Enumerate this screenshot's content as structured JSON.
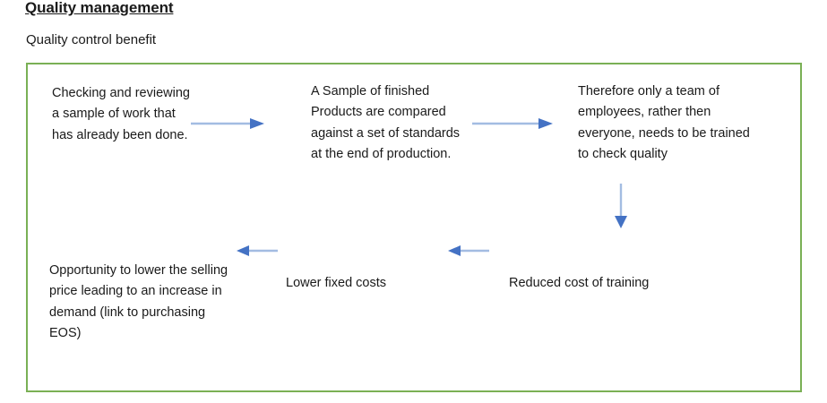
{
  "page": {
    "title": "Quality management",
    "subtitle": "Quality control benefit"
  },
  "colors": {
    "box_border": "#7AB055",
    "arrow_shaft": "#A3BCE2",
    "arrow_head": "#4472C4",
    "text": "#1a1a1a",
    "background": "#ffffff"
  },
  "diagram": {
    "nodes": [
      {
        "id": "checking-reviewing",
        "text": "Checking and reviewing a sample of work that has already been done.",
        "row": "top",
        "order": 1
      },
      {
        "id": "sample-finished-products",
        "text": "A Sample of finished Products are compared against a set of standards at the end of production.",
        "row": "top",
        "order": 2
      },
      {
        "id": "team-of-employees",
        "text": "Therefore only a team of employees, rather then everyone, needs to be trained to check quality",
        "row": "top",
        "order": 3
      },
      {
        "id": "reduced-cost-of-training",
        "text": "Reduced cost of training",
        "row": "bottom",
        "order": 4
      },
      {
        "id": "lower-fixed-costs",
        "text": "Lower fixed costs",
        "row": "bottom",
        "order": 5
      },
      {
        "id": "opportunity-lower-price",
        "text": "Opportunity to lower the selling price leading to an increase in demand (link to purchasing EOS)",
        "row": "bottom",
        "order": 6
      }
    ],
    "arrows": [
      {
        "id": "arrow-1",
        "direction": "right",
        "from": "checking-reviewing",
        "to": "sample-finished-products"
      },
      {
        "id": "arrow-2",
        "direction": "right",
        "from": "sample-finished-products",
        "to": "team-of-employees"
      },
      {
        "id": "arrow-3",
        "direction": "down",
        "from": "team-of-employees",
        "to": "reduced-cost-of-training"
      },
      {
        "id": "arrow-4",
        "direction": "left",
        "from": "reduced-cost-of-training",
        "to": "lower-fixed-costs"
      },
      {
        "id": "arrow-5",
        "direction": "left",
        "from": "lower-fixed-costs",
        "to": "opportunity-lower-price"
      }
    ]
  }
}
